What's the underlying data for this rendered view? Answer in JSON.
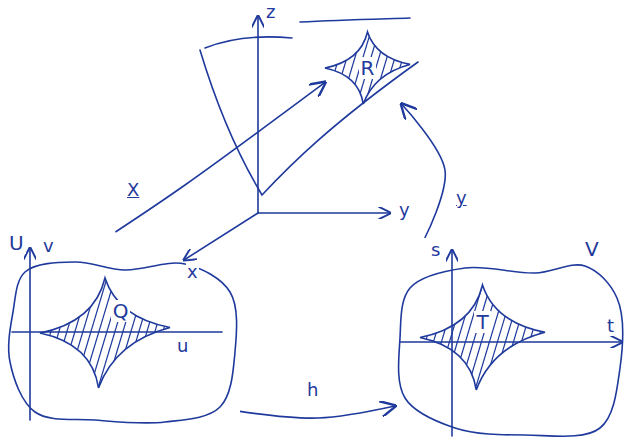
{
  "diagram": {
    "nodes": [
      {
        "text": [
          "R"
        ]
      },
      {
        "text": [
          "U"
        ]
      },
      {
        "text": [
          "Q"
        ],
        "in": 1
      },
      {
        "text": [
          "V"
        ]
      },
      {
        "text": [
          "T"
        ],
        "in": 3
      }
    ],
    "edges": [
      {
        "from": 1,
        "to": 0,
        "label": "X",
        "arrow": "to"
      },
      {
        "from": 1,
        "to": 3,
        "label": "h",
        "arrow": "to"
      },
      {
        "from": 3,
        "to": 0,
        "label": "y",
        "arrow": "to"
      }
    ],
    "labels": [
      "z",
      "y",
      "x",
      "v",
      "u",
      "s",
      "t"
    ]
  }
}
